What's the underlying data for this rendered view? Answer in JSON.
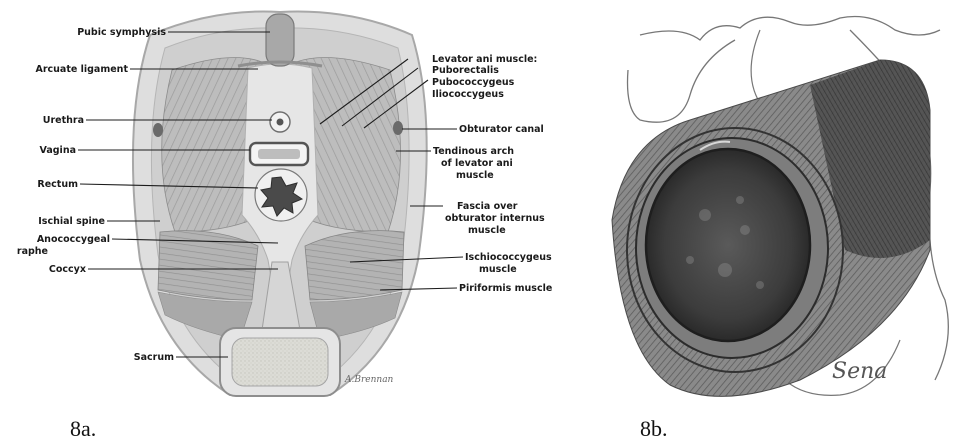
{
  "figure_a": {
    "caption": "8a.",
    "signature": "A.Brennan",
    "labels_left": [
      "Pubic symphysis",
      "Arcuate ligament",
      "Urethra",
      "Vagina",
      "Rectum",
      "Ischial spine",
      "Anococcygeal",
      "raphe",
      "Coccyx",
      "Sacrum"
    ],
    "labels_right": [
      "Levator ani muscle:",
      "Puborectalis",
      "Pubococcygeus",
      "Iliococcygeus",
      "Obturator canal",
      "Tendinous arch",
      "of levator ani",
      "muscle",
      "Fascia over",
      "obturator internus",
      "muscle",
      "Ischiococcygeus",
      "muscle",
      "Piriformis muscle"
    ]
  },
  "figure_b": {
    "caption": "8b.",
    "signature": "Sena"
  }
}
